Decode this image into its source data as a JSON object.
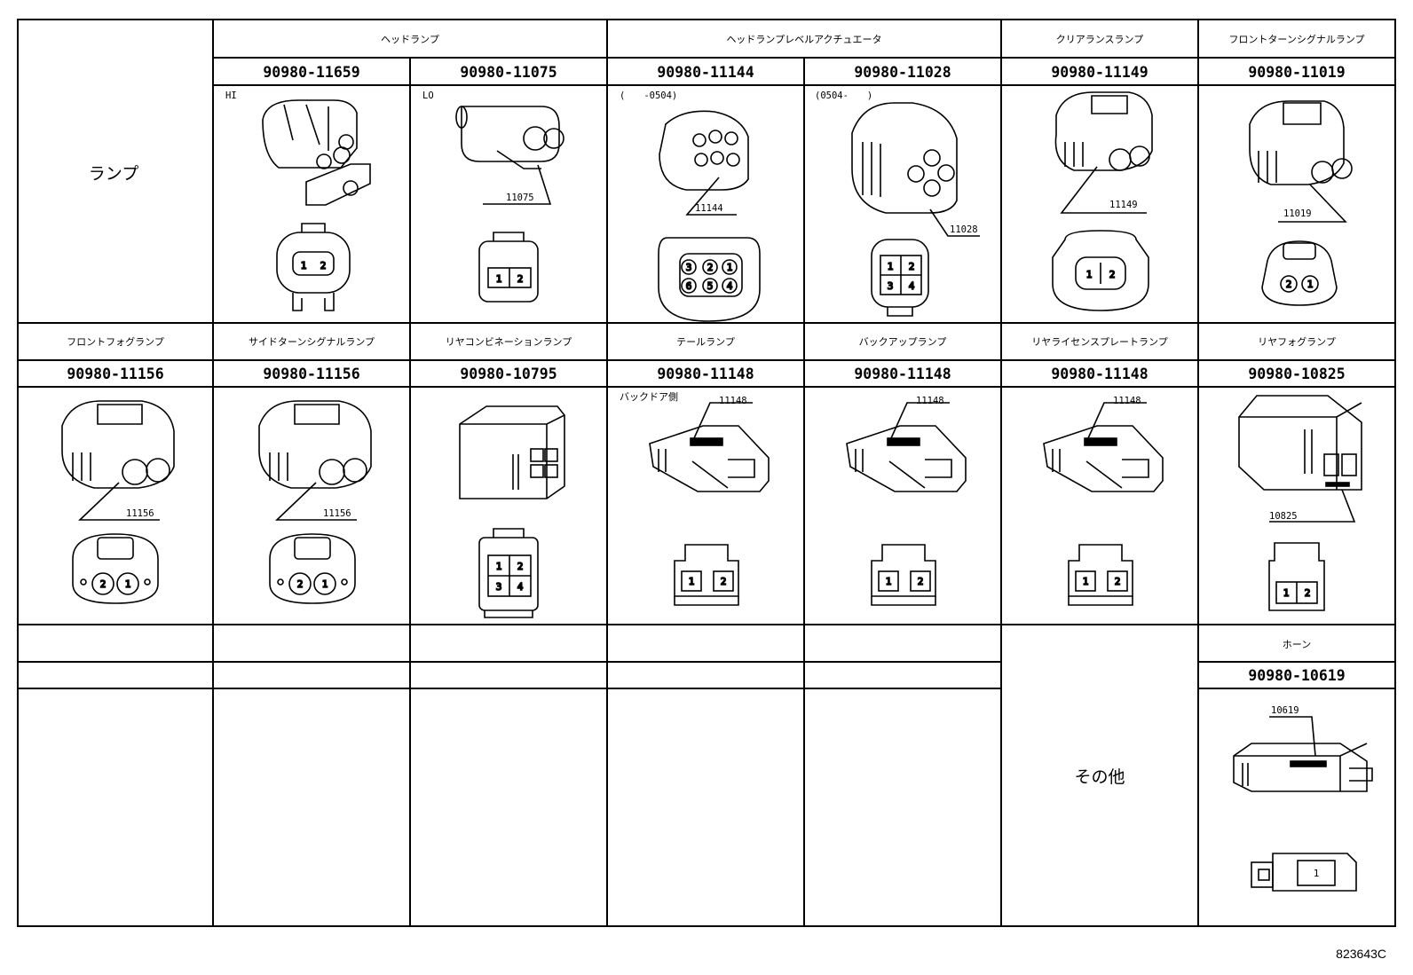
{
  "rows": [
    {
      "category": "ランプ",
      "cells": [
        {
          "title": "ヘッドランプ",
          "part_number": "90980-11659",
          "sub_label": "HI",
          "callout": "",
          "pins": [
            "1",
            "2"
          ]
        },
        {
          "title": "",
          "part_number": "90980-11075",
          "sub_label": "LO",
          "callout": "11075",
          "pins": [
            "1",
            "2"
          ]
        },
        {
          "title": "ヘッドランプレベルアクチュエータ",
          "part_number": "90980-11144",
          "sub_label": "(　　-0504)",
          "callout": "11144",
          "pins": [
            "3",
            "2",
            "1",
            "6",
            "5",
            "4"
          ]
        },
        {
          "title": "",
          "part_number": "90980-11028",
          "sub_label": "(0504-　　)",
          "callout": "11028",
          "pins": [
            "1",
            "2",
            "3",
            "4"
          ]
        },
        {
          "title": "クリアランスランプ",
          "part_number": "90980-11149",
          "sub_label": "",
          "callout": "11149",
          "pins": [
            "1",
            "2"
          ]
        },
        {
          "title": "フロントターンシグナルランプ",
          "part_number": "90980-11019",
          "sub_label": "",
          "callout": "11019",
          "pins": [
            "2",
            "1"
          ]
        }
      ]
    },
    {
      "cells": [
        {
          "title": "フロントフォグランプ",
          "part_number": "90980-11156",
          "sub_label": "",
          "callout": "11156",
          "pins": [
            "2",
            "1"
          ]
        },
        {
          "title": "サイドターンシグナルランプ",
          "part_number": "90980-11156",
          "sub_label": "",
          "callout": "11156",
          "pins": [
            "2",
            "1"
          ]
        },
        {
          "title": "リヤコンビネーションランプ",
          "part_number": "90980-10795",
          "sub_label": "",
          "callout": "",
          "pins": [
            "1",
            "2",
            "3",
            "4"
          ]
        },
        {
          "title": "テールランプ",
          "part_number": "90980-11148",
          "sub_label": "バックドア側",
          "callout": "11148",
          "pins": [
            "1",
            "2"
          ]
        },
        {
          "title": "バックアップランプ",
          "part_number": "90980-11148",
          "sub_label": "",
          "callout": "11148",
          "pins": [
            "1",
            "2"
          ]
        },
        {
          "title": "リヤライセンスプレートランプ",
          "part_number": "90980-11148",
          "sub_label": "",
          "callout": "11148",
          "pins": [
            "1",
            "2"
          ]
        },
        {
          "title": "リヤフォグランプ",
          "part_number": "90980-10825",
          "sub_label": "",
          "callout": "10825",
          "pins": [
            "1",
            "2"
          ]
        }
      ]
    },
    {
      "category": "その他",
      "cells": [
        {
          "title": "ホーン",
          "part_number": "90980-10619",
          "sub_label": "",
          "callout": "10619",
          "pins": [
            "1"
          ]
        }
      ]
    }
  ],
  "figure_code": "823643C"
}
